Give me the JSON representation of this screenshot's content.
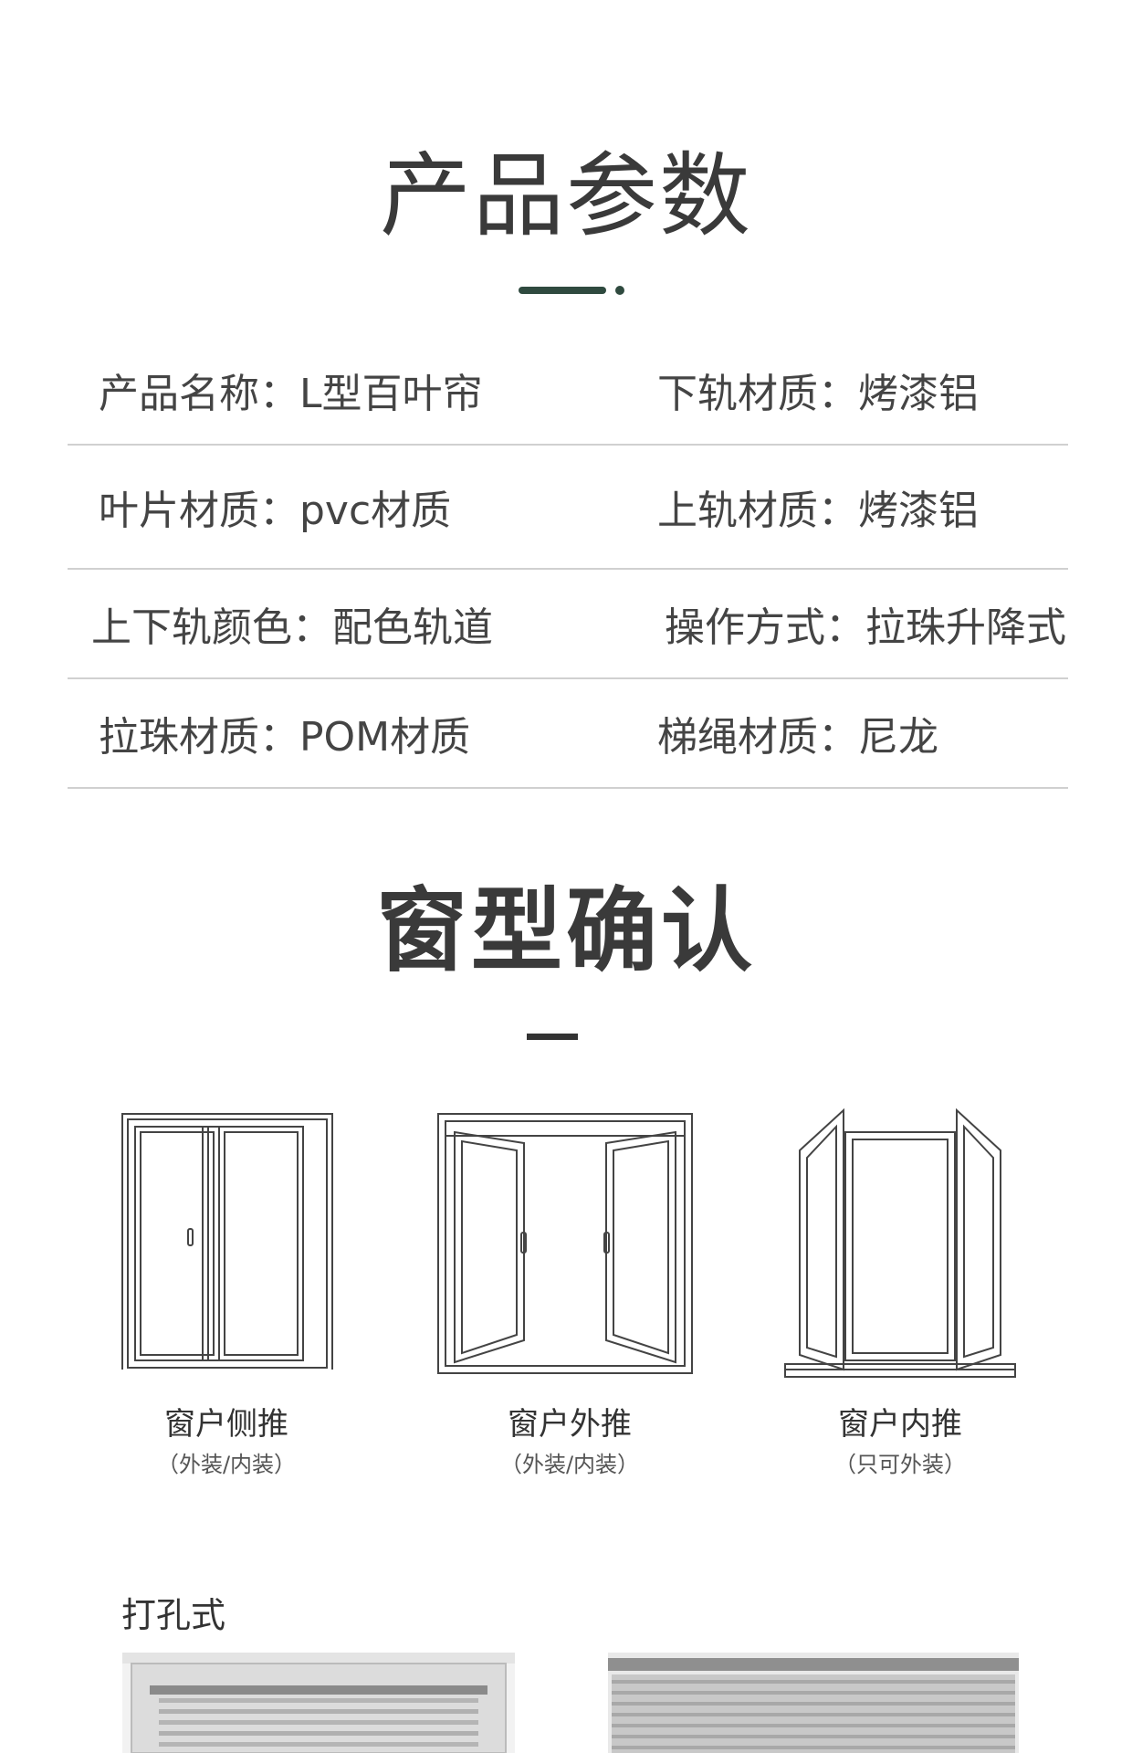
{
  "section1": {
    "title": "产品参数"
  },
  "specs": [
    {
      "left": "产品名称：L型百叶帘",
      "right": "下轨材质：烤漆铝"
    },
    {
      "left": "叶片材质：pvc材质",
      "right": "上轨材质：烤漆铝"
    },
    {
      "left": "上下轨颜色：配色轨道",
      "right": "操作方式：拉珠升降式"
    },
    {
      "left": "拉珠材质：POM材质",
      "right": "梯绳材质：尼龙"
    }
  ],
  "section2": {
    "title": "窗型确认"
  },
  "windows": [
    {
      "label": "窗户侧推",
      "sub": "（外装/内装）",
      "icon": "sliding-window-icon"
    },
    {
      "label": "窗户外推",
      "sub": "（外装/内装）",
      "icon": "outward-casement-window-icon"
    },
    {
      "label": "窗户内推",
      "sub": "（只可外装）",
      "icon": "inward-casement-window-icon"
    }
  ],
  "install": {
    "label": "打孔式"
  },
  "colors": {
    "accent": "#2f4a3f",
    "text": "#444444",
    "divider": "#d0d0d0"
  }
}
